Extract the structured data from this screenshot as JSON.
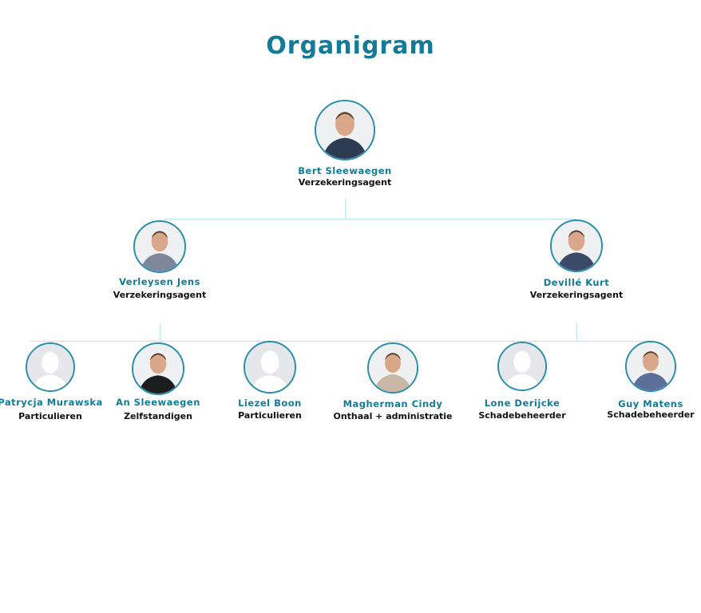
{
  "title": "Organigram",
  "colors": {
    "accent": "#137b97",
    "line": "#b9e6f3",
    "ring": "#2a8eab"
  },
  "people": [
    {
      "name": "Bert Sleewaegen",
      "role": "Verzekeringsagent",
      "photo": "photo"
    },
    {
      "name": "Verleysen Jens",
      "role": "Verzekeringsagent",
      "photo": "photo"
    },
    {
      "name": "Devillé Kurt",
      "role": "Verzekeringsagent",
      "photo": "photo"
    },
    {
      "name": "Patrycja Murawska",
      "role": "Particulieren",
      "photo": "placeholder"
    },
    {
      "name": "An Sleewaegen",
      "role": "Zelfstandigen",
      "photo": "photo"
    },
    {
      "name": "Liezel Boon",
      "role": "Particulieren",
      "photo": "placeholder"
    },
    {
      "name": "Magherman Cindy",
      "role": "Onthaal + administratie",
      "photo": "photo"
    },
    {
      "name": "Lone Derijcke",
      "role": "Schadebeheerder",
      "photo": "placeholder"
    },
    {
      "name": "Guy Matens",
      "role": "Schadebeheerder",
      "photo": "photo"
    }
  ]
}
